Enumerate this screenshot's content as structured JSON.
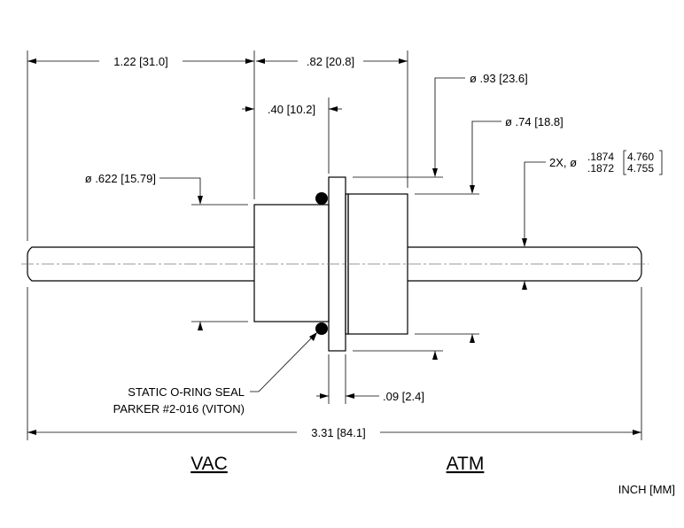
{
  "dimensions": {
    "vac_length": "1.22 [31.0]",
    "flange_to_end": ".82 [20.8]",
    "flange_gap": ".40 [10.2]",
    "dia_93": "ø .93 [23.6]",
    "dia_74": "ø .74 [18.8]",
    "dia_622": "ø .622 [15.79]",
    "shaft_prefix": "2X, ø",
    "shaft_in_max": ".1874",
    "shaft_in_min": ".1872",
    "shaft_mm_max": "4.760",
    "shaft_mm_min": "4.755",
    "flange_thickness": ".09 [2.4]",
    "overall_length": "3.31 [84.1]"
  },
  "seal_note": {
    "line1": "STATIC O-RING SEAL",
    "line2": "PARKER #2-016 (VITON)"
  },
  "labels": {
    "vac": "VAC",
    "atm": "ATM",
    "units": "INCH [MM]"
  }
}
